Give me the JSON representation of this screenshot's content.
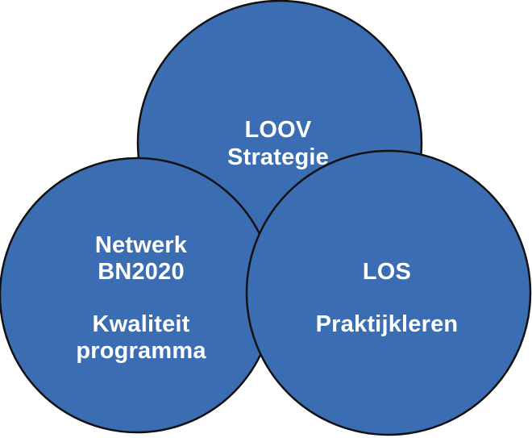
{
  "diagram": {
    "fill_color": "#3b6db3",
    "stroke_color": "#111111",
    "circles": {
      "top": {
        "lines": [
          "LOOV",
          "Strategie"
        ]
      },
      "left": {
        "lines": [
          "Netwerk",
          "BN2020",
          "",
          "Kwaliteit",
          "programma"
        ]
      },
      "right": {
        "lines": [
          "LOS",
          "",
          "Praktijkleren"
        ]
      }
    }
  }
}
